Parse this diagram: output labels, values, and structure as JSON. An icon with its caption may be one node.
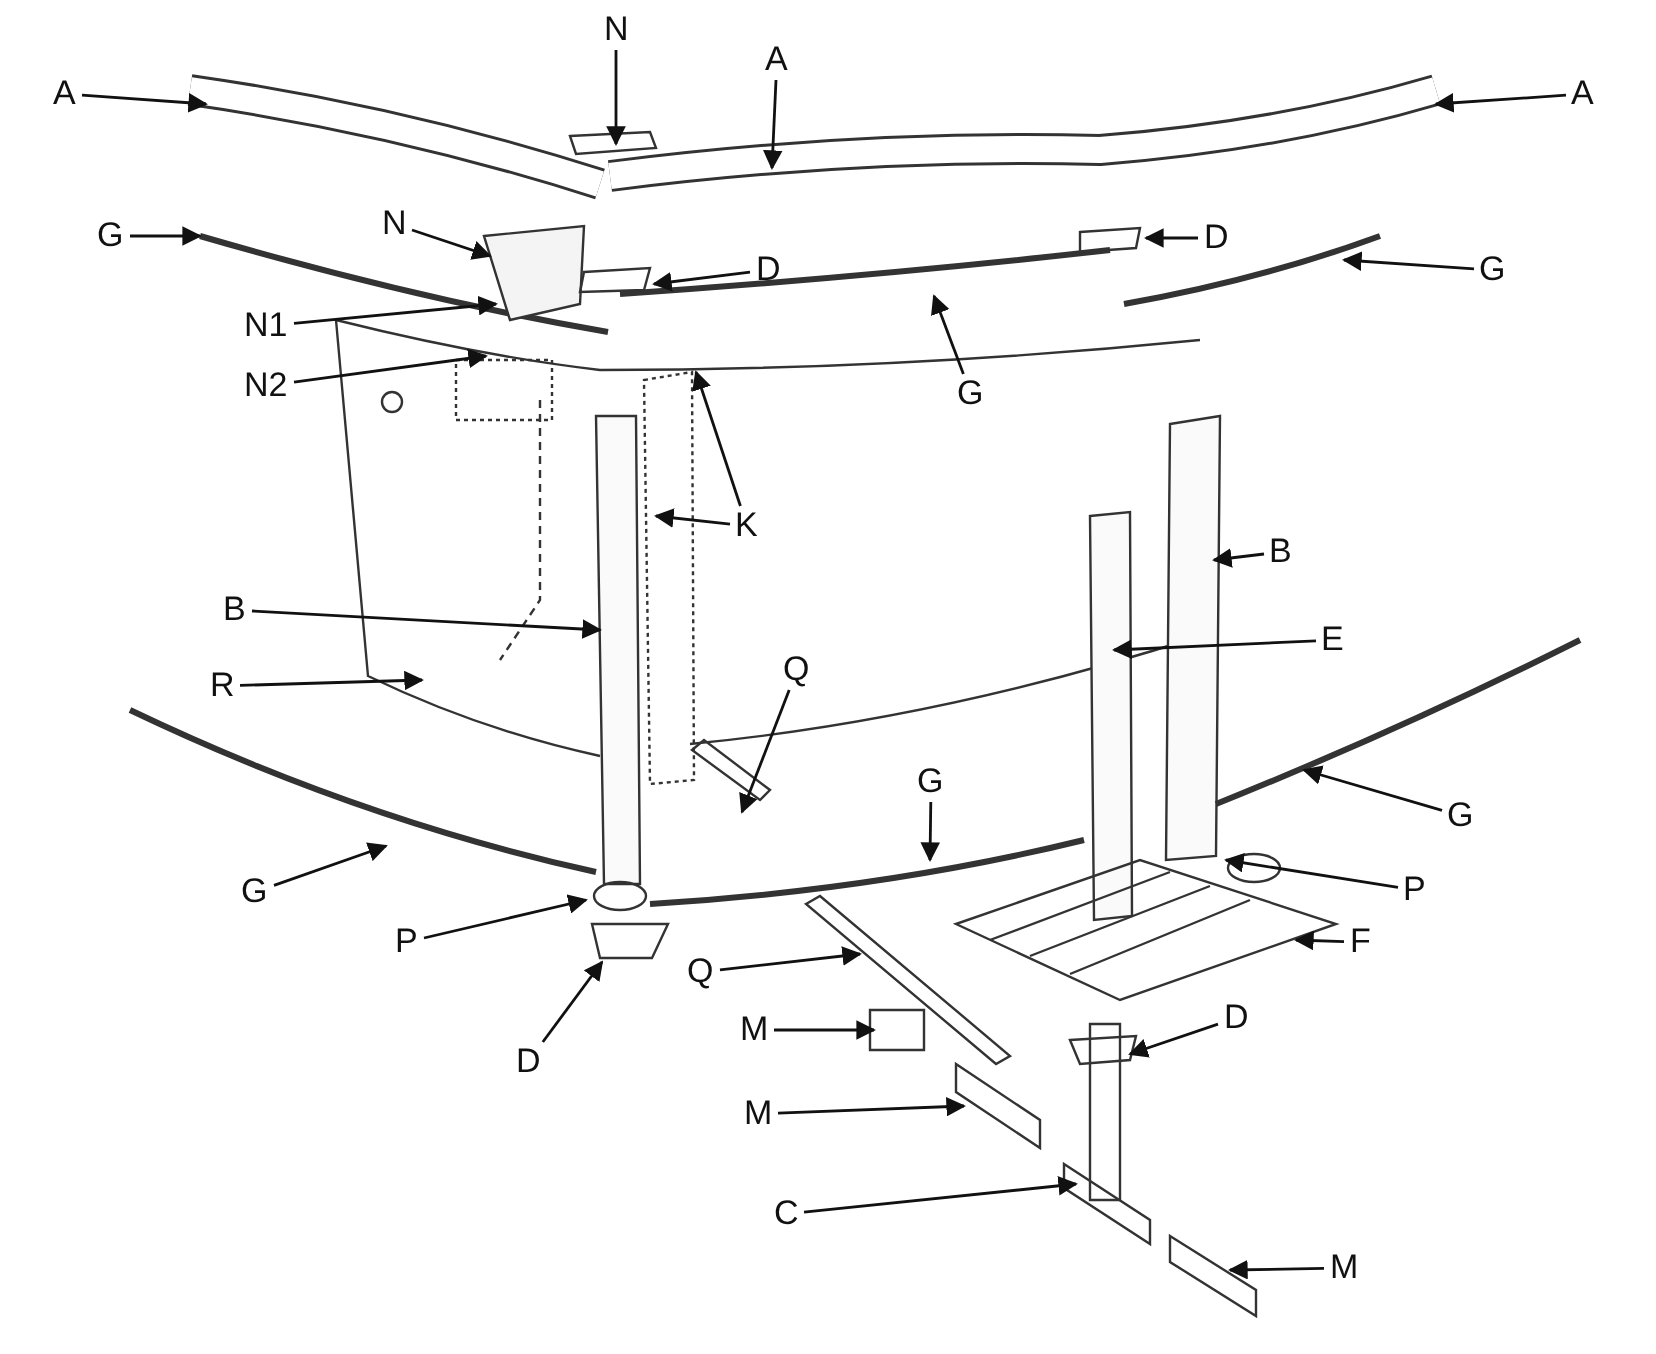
{
  "diagram": {
    "nodes": [
      {
        "text": [
          "A"
        ]
      },
      {
        "text": [
          "N"
        ]
      },
      {
        "text": [
          "A"
        ]
      },
      {
        "text": [
          "A"
        ]
      },
      {
        "text": [
          "G"
        ]
      },
      {
        "text": [
          "N"
        ]
      },
      {
        "text": [
          "D"
        ]
      },
      {
        "text": [
          "D"
        ]
      },
      {
        "text": [
          "G"
        ]
      },
      {
        "text": [
          "N1"
        ]
      },
      {
        "text": [
          "N2"
        ]
      },
      {
        "text": [
          "G"
        ]
      },
      {
        "text": [
          "K"
        ]
      },
      {
        "text": [
          "B"
        ]
      },
      {
        "text": [
          "B"
        ]
      },
      {
        "text": [
          "E"
        ]
      },
      {
        "text": [
          "R"
        ]
      },
      {
        "text": [
          "Q"
        ]
      },
      {
        "text": [
          "G"
        ]
      },
      {
        "text": [
          "G"
        ]
      },
      {
        "text": [
          "G"
        ]
      },
      {
        "text": [
          "P"
        ]
      },
      {
        "text": [
          "P"
        ]
      },
      {
        "text": [
          "F"
        ]
      },
      {
        "text": [
          "D"
        ]
      },
      {
        "text": [
          "Q"
        ]
      },
      {
        "text": [
          "M"
        ]
      },
      {
        "text": [
          "D"
        ]
      },
      {
        "text": [
          "M"
        ]
      },
      {
        "text": [
          "C"
        ]
      },
      {
        "text": [
          "M"
        ]
      }
    ],
    "edges": [
      {
        "from": 0,
        "to": null,
        "arrow": "to"
      },
      {
        "from": 1,
        "to": null,
        "arrow": "to"
      },
      {
        "from": 2,
        "to": null,
        "arrow": "to"
      },
      {
        "from": 3,
        "to": null,
        "arrow": "to"
      },
      {
        "from": 4,
        "to": null,
        "arrow": "to"
      },
      {
        "from": 5,
        "to": null,
        "arrow": "to"
      },
      {
        "from": 6,
        "to": null,
        "arrow": "to"
      },
      {
        "from": 7,
        "to": null,
        "arrow": "to"
      },
      {
        "from": 8,
        "to": null,
        "arrow": "to"
      },
      {
        "from": 9,
        "to": null,
        "arrow": "to"
      },
      {
        "from": 10,
        "to": null,
        "arrow": "to"
      },
      {
        "from": 11,
        "to": null,
        "arrow": "to"
      },
      {
        "from": 12,
        "to": null,
        "arrow": "to"
      },
      {
        "from": 12,
        "to": null,
        "arrow": "to"
      },
      {
        "from": 13,
        "to": null,
        "arrow": "to"
      },
      {
        "from": 14,
        "to": null,
        "arrow": "to"
      },
      {
        "from": 15,
        "to": null,
        "arrow": "to"
      },
      {
        "from": 16,
        "to": null,
        "arrow": "to"
      },
      {
        "from": 17,
        "to": null,
        "arrow": "to"
      },
      {
        "from": 18,
        "to": null,
        "arrow": "to"
      },
      {
        "from": 19,
        "to": null,
        "arrow": "to"
      },
      {
        "from": 20,
        "to": null,
        "arrow": "to"
      },
      {
        "from": 21,
        "to": null,
        "arrow": "to"
      },
      {
        "from": 22,
        "to": null,
        "arrow": "to"
      },
      {
        "from": 23,
        "to": null,
        "arrow": "to"
      },
      {
        "from": 24,
        "to": null,
        "arrow": "to"
      },
      {
        "from": 25,
        "to": null,
        "arrow": "to"
      },
      {
        "from": 26,
        "to": null,
        "arrow": "to"
      },
      {
        "from": 27,
        "to": null,
        "arrow": "to"
      },
      {
        "from": 28,
        "to": null,
        "arrow": "to"
      },
      {
        "from": 29,
        "to": null,
        "arrow": "to"
      },
      {
        "from": 30,
        "to": null,
        "arrow": "to"
      }
    ]
  }
}
